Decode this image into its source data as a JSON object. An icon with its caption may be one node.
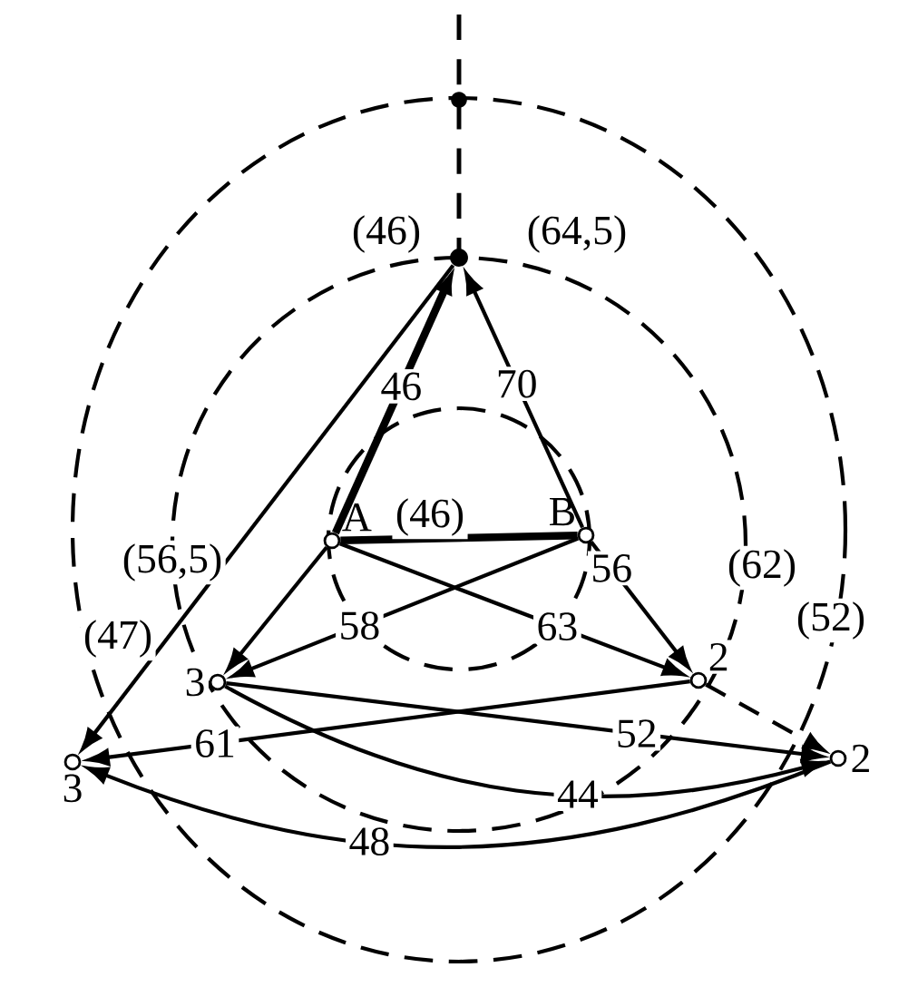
{
  "diagram": {
    "nodes": [
      {
        "text": [],
        "shape": "circle"
      },
      {
        "text": [
          "A"
        ]
      },
      {
        "text": [
          "B"
        ]
      },
      {
        "text": [
          "3"
        ]
      },
      {
        "text": [
          "2"
        ]
      },
      {
        "text": [
          "3"
        ]
      },
      {
        "text": [
          "2"
        ]
      }
    ],
    "edges": [
      {
        "from": 1,
        "to": 0,
        "arrow": "to",
        "label": "46",
        "style": "thick"
      },
      {
        "from": 2,
        "to": 0,
        "arrow": "to",
        "label": "70"
      },
      {
        "from": 1,
        "to": 2,
        "arrow": "none",
        "style": "thick"
      },
      {
        "from": 1,
        "to": 3,
        "arrow": "to"
      },
      {
        "from": 2,
        "to": 4,
        "arrow": "to",
        "label": "56"
      },
      {
        "from": 1,
        "to": 4,
        "arrow": "to",
        "label": "63"
      },
      {
        "from": 2,
        "to": 3,
        "arrow": "to",
        "label": "58"
      },
      {
        "from": 0,
        "to": 5,
        "arrow": "to"
      },
      {
        "from": 4,
        "to": 5,
        "arrow": "to",
        "label": "61"
      },
      {
        "from": 3,
        "to": 6,
        "arrow": "to",
        "label": "52"
      },
      {
        "from": 3,
        "to": 6,
        "arrow": "to",
        "label": "44"
      },
      {
        "from": 6,
        "to": 5,
        "arrow": "to",
        "label": "48"
      },
      {
        "from": 4,
        "to": 6,
        "arrow": "to",
        "style": "dashed"
      }
    ],
    "labels": [
      "(46)",
      "(64,5)",
      "(46)",
      "(56,5)",
      "(47)",
      "(62)",
      "(52)"
    ]
  }
}
